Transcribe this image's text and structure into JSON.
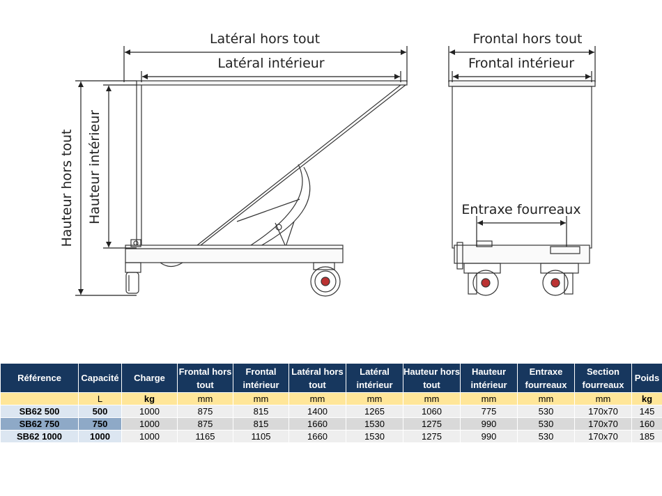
{
  "drawing": {
    "lateral_hors_tout": "Latéral hors tout",
    "lateral_interieur": "Latéral intérieur",
    "frontal_hors_tout": "Frontal hors tout",
    "frontal_interieur": "Frontal intérieur",
    "hauteur_hors_tout": "Hauteur hors tout",
    "hauteur_interieur": "Hauteur intérieur",
    "entraxe_fourreaux": "Entraxe fourreaux"
  },
  "table": {
    "headers": [
      "Référence",
      "Capacité",
      "Charge",
      "Frontal hors tout",
      "Frontal intérieur",
      "Latéral hors tout",
      "Latéral intérieur",
      "Hauteur hors tout",
      "Hauteur intérieur",
      "Entraxe fourreaux",
      "Section fourreaux",
      "Poids"
    ],
    "units": [
      "",
      "L",
      "kg",
      "mm",
      "mm",
      "mm",
      "mm",
      "mm",
      "mm",
      "mm",
      "mm",
      "kg"
    ],
    "rows": [
      [
        "SB62 500",
        "500",
        "1000",
        "875",
        "815",
        "1400",
        "1265",
        "1060",
        "775",
        "530",
        "170x70",
        "145"
      ],
      [
        "SB62 750",
        "750",
        "1000",
        "875",
        "815",
        "1660",
        "1530",
        "1275",
        "990",
        "530",
        "170x70",
        "160"
      ],
      [
        "SB62 1000",
        "1000",
        "1000",
        "1165",
        "1105",
        "1660",
        "1530",
        "1275",
        "990",
        "530",
        "170x70",
        "185"
      ]
    ]
  }
}
